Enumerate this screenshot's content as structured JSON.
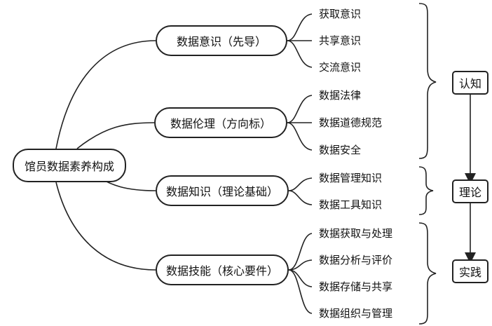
{
  "root": {
    "label": "馆员数据素养构成"
  },
  "branches": [
    {
      "label": "数据意识（先导）",
      "leaves": [
        "获取意识",
        "共享意识",
        "交流意识"
      ]
    },
    {
      "label": "数据伦理（方向标）",
      "leaves": [
        "数据法律",
        "数据道德规范",
        "数据安全"
      ]
    },
    {
      "label": "数据知识（理论基础）",
      "leaves": [
        "数据管理知识",
        "数据工具知识"
      ]
    },
    {
      "label": "数据技能（核心要件）",
      "leaves": [
        "数据获取与处理",
        "数据分析与评价",
        "数据存储与共享",
        "数据组织与管理"
      ]
    }
  ],
  "stages": [
    "认知",
    "理论",
    "实践"
  ]
}
